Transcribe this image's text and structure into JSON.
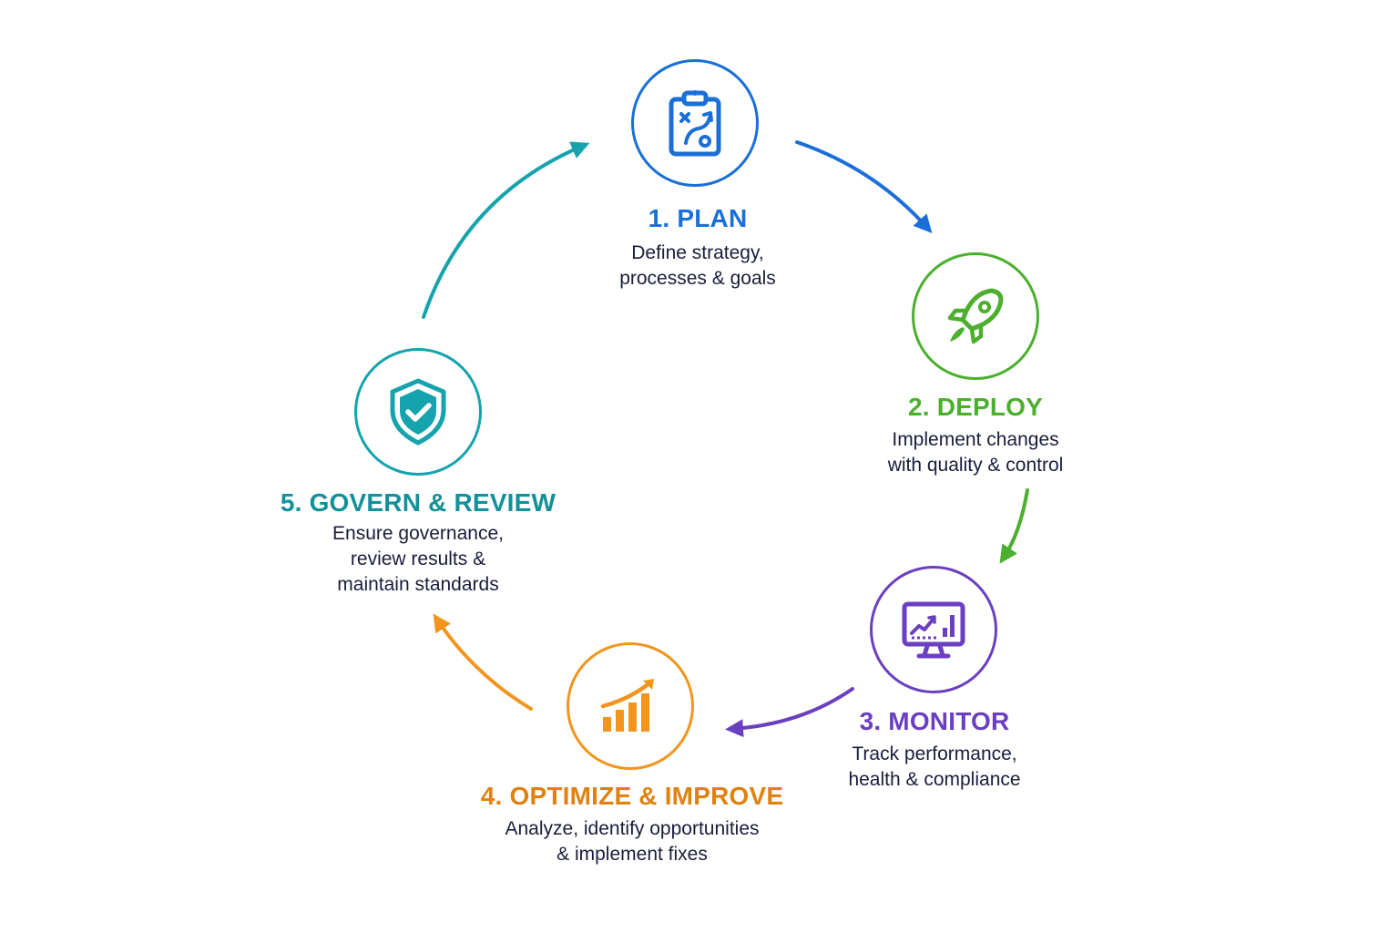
{
  "steps": [
    {
      "title": "1. PLAN",
      "desc": [
        "Define strategy,",
        "processes & goals"
      ],
      "color": "#1a6fd8",
      "icon": "clipboard-strategy-icon"
    },
    {
      "title": "2. DEPLOY",
      "desc": [
        "Implement changes",
        "with quality & control"
      ],
      "color": "#4caf2e",
      "icon": "rocket-icon"
    },
    {
      "title": "3. MONITOR",
      "desc": [
        "Track performance,",
        "health & compliance"
      ],
      "color": "#6a3fc0",
      "icon": "monitor-chart-icon"
    },
    {
      "title": "4. OPTIMIZE & IMPROVE",
      "desc": [
        "Analyze, identify opportunities",
        "& implement fixes"
      ],
      "color": "#f2951f",
      "title_color": "#e08212",
      "icon": "growth-chart-icon"
    },
    {
      "title": "5. GOVERN & REVIEW",
      "desc": [
        "Ensure governance,",
        "review results &",
        "maintain standards"
      ],
      "color": "#15a3ad",
      "title_color": "#12919a",
      "icon": "shield-check-icon"
    }
  ]
}
